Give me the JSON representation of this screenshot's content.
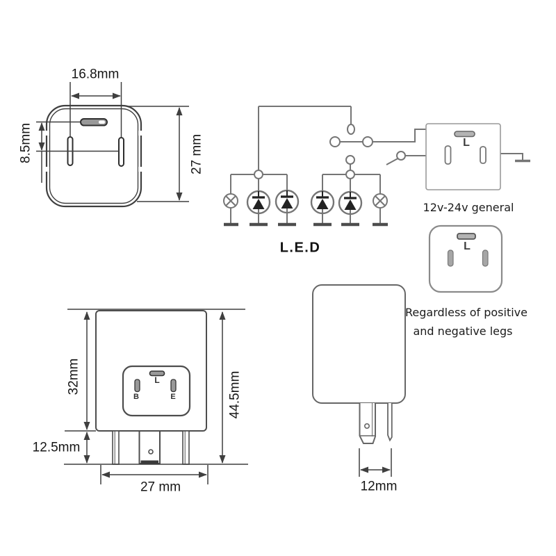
{
  "diagram": {
    "front_view": {
      "width": "16.8mm",
      "slot_offset": "8.5mm",
      "height": "27 mm"
    },
    "led_circuit": {
      "caption": "L.E.D"
    },
    "relay_12v": {
      "terminal": "L",
      "caption": "12v-24v general"
    },
    "relay_polarity": {
      "terminal": "L",
      "caption_line1": "Regardless of positive",
      "caption_line2": "and negative legs"
    },
    "pin_view": {
      "body_height": "32mm",
      "pin_length": "12.5mm",
      "width": "27 mm",
      "total_height": "44.5mm",
      "terminal_b": "B",
      "terminal_l": "L",
      "terminal_e": "E"
    },
    "side_view": {
      "pin_spacing": "12mm"
    }
  },
  "colors": {
    "wire": "#757575",
    "outline": "#4d4d4d",
    "dimension": "#3f3f3f",
    "text": "#161616",
    "slot_fill": "#9c9c9c"
  }
}
